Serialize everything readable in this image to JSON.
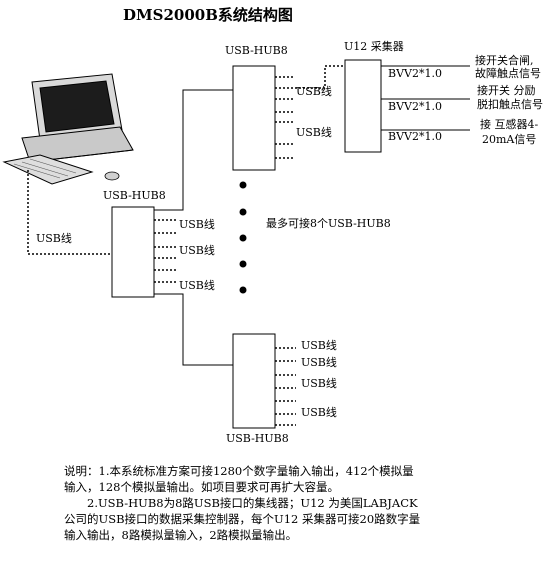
{
  "title": "DMS2000B系统结构图",
  "labels": {
    "hub_top": "USB-HUB8",
    "hub_left": "USB-HUB8",
    "hub_bottom": "USB-HUB8",
    "u12": "U12 采集器",
    "usb_cable_pc": "USB线",
    "hub_top_ports": [
      "USB线",
      "USB线"
    ],
    "hub_left_ports": [
      "USB线",
      "USB线",
      "USB线"
    ],
    "hub_bottom_ports": [
      "USB线",
      "USB线",
      "USB线",
      "USB线"
    ],
    "max_hubs": "最多可接8个USB-HUB8",
    "bvv": [
      "BVV2*1.0",
      "BVV2*1.0",
      "BVV2*1.0"
    ],
    "signal_1": [
      "接开关合闸,",
      "故障触点信号"
    ],
    "signal_2": [
      "接开关 分励",
      "脱扣触点信号"
    ],
    "signal_3": [
      "接 互感器4-",
      "20mA信号"
    ]
  },
  "notes": {
    "line1": "说明：1.本系统标准方案可接1280个数字量输入输出，412个模拟量输入，128个模拟量输出。如项目要求可再扩大容量。",
    "line2": "2.USB-HUB8为8路USB接口的集线器；U12 为美国LABJACK公司的USB接口的数据采集控制器，每个U12 采集器可接20路数字量输入输出，8路模拟量输入，2路模拟量输出。"
  }
}
